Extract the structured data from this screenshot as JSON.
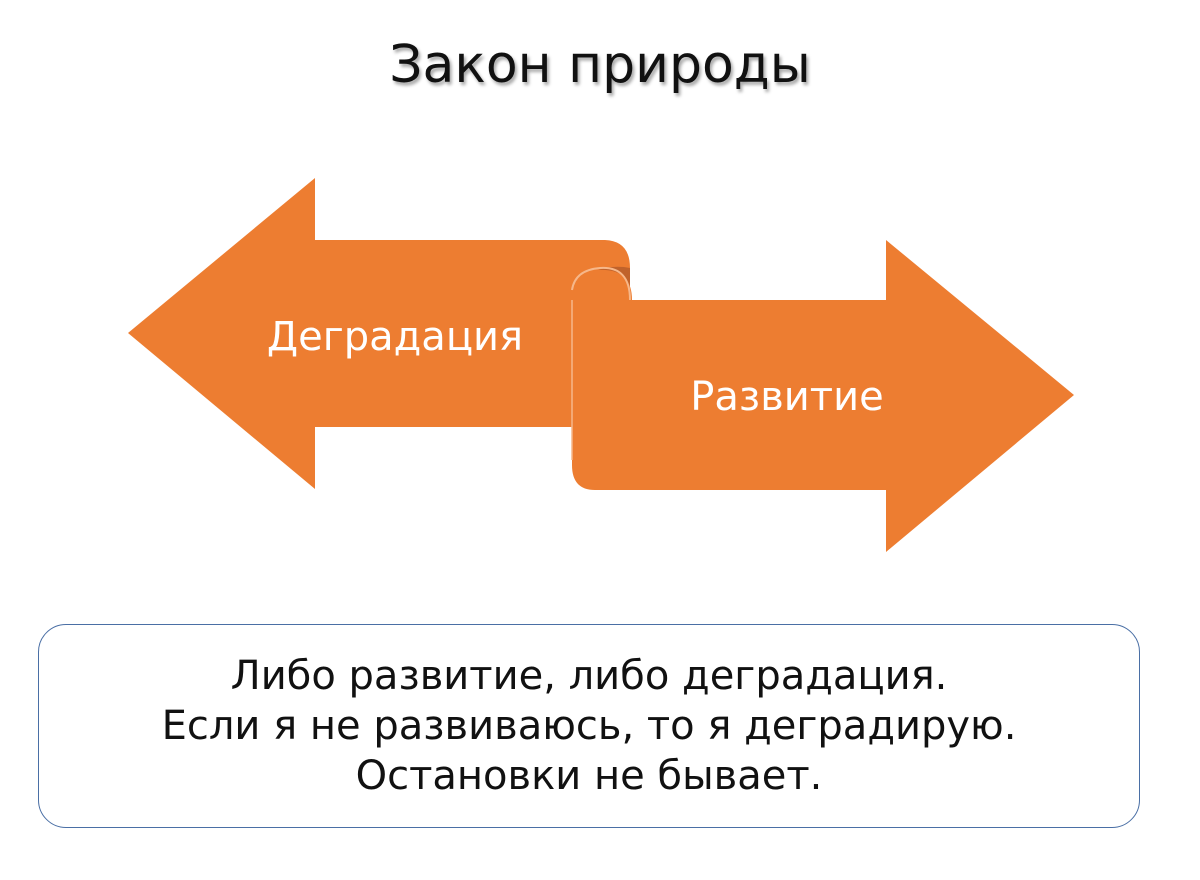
{
  "slide": {
    "title": "Закон природы"
  },
  "diagram": {
    "left_arrow_label": "Деградация",
    "right_arrow_label": "Развитие",
    "arrow_color": "#ed7d31",
    "fold_shadow_color": "#c0622b"
  },
  "summary": {
    "lines": [
      "Либо развитие, либо деградация.",
      "Если я не развиваюсь, то я деградирую.",
      "Остановки не бывает."
    ],
    "border_color": "#4a6fa5"
  }
}
